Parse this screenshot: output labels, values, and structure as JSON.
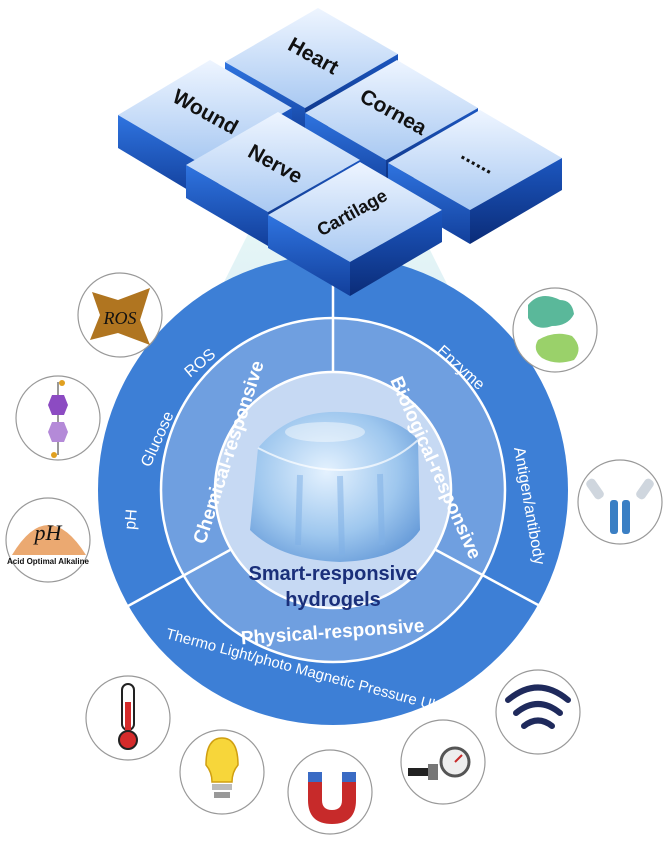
{
  "applications": {
    "wound": "Wound",
    "heart": "Heart",
    "nerve": "Nerve",
    "cornea": "Cornea",
    "cartilage": "Cartilage",
    "more": "......"
  },
  "center": {
    "line1": "Smart-responsive",
    "line2": "hydrogels"
  },
  "categories": {
    "chemical": "Chemical-responsive",
    "biological": "Biological-responsive",
    "physical": "Physical-responsive"
  },
  "stimuli": {
    "ph": "pH",
    "glucose": "Glucose",
    "ros": "ROS",
    "enzyme": "Enzyme",
    "antigen": "Antigen/antibody",
    "physical_list": "Thermo Light/photo Magnetic Pressure Ultrasound"
  },
  "icon_labels": {
    "ros_badge": "ROS",
    "ph_badge": "pH",
    "ph_scale": "Acid  Optimal Alkaline"
  },
  "colors": {
    "outer_ring": "#3d7fd6",
    "middle_ring": "#6f9fe0",
    "inner_disc": "#c6d9f3",
    "tile_top": "#d7e8fb",
    "tile_side": "#1f5fcf",
    "center_text": "#1a2f7a"
  },
  "icons": [
    "ros-star-icon",
    "glucose-molecule-icon",
    "ph-scale-icon",
    "enzyme-icon",
    "antibody-icon",
    "thermometer-icon",
    "light-bulb-icon",
    "magnet-icon",
    "pressure-gauge-icon",
    "ultrasound-wave-icon",
    "hydrogel-cube-icon"
  ]
}
